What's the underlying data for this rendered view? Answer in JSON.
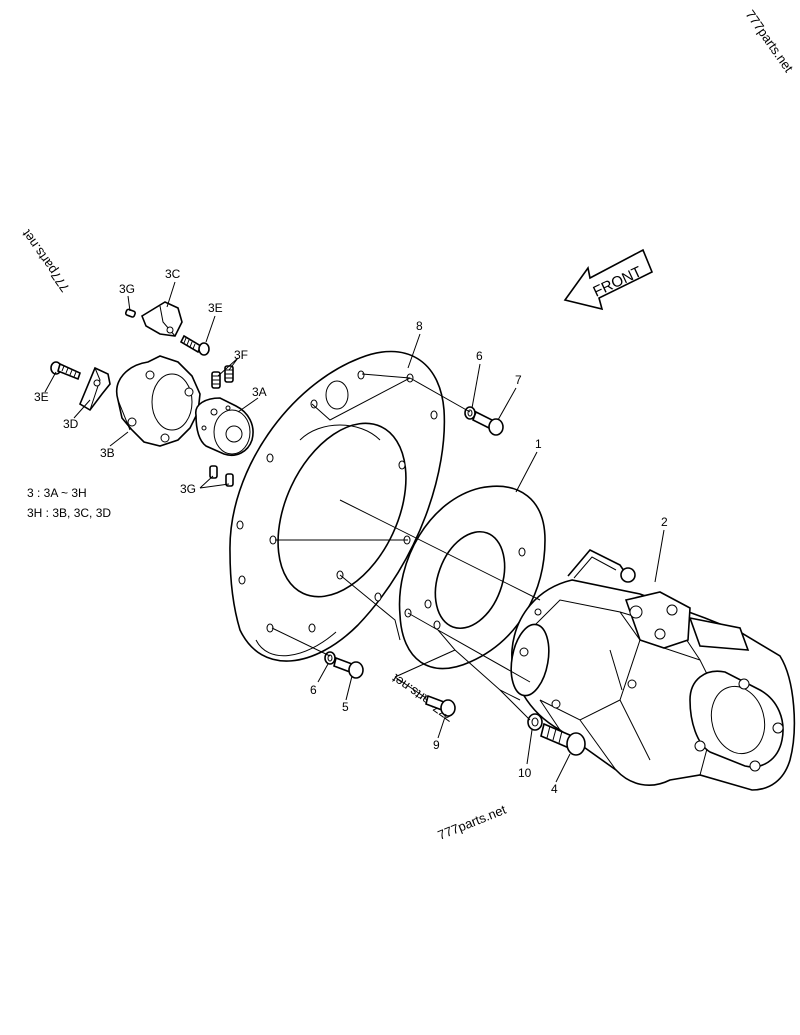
{
  "watermark": "777parts.net",
  "front_label": "FRONT",
  "labels": {
    "p1": "1",
    "p2": "2",
    "p3A": "3A",
    "p3B": "3B",
    "p3C": "3C",
    "p3D": "3D",
    "p3E_top": "3E",
    "p3E_left": "3E",
    "p3F": "3F",
    "p3G_top": "3G",
    "p3G_bottom": "3G",
    "p4": "4",
    "p5": "5",
    "p6_top": "6",
    "p6_bottom": "6",
    "p7": "7",
    "p8": "8",
    "p9": "9",
    "p10": "10"
  },
  "notes": {
    "line1": "3 : 3A ~ 3H",
    "line2": "3H : 3B, 3C, 3D"
  }
}
